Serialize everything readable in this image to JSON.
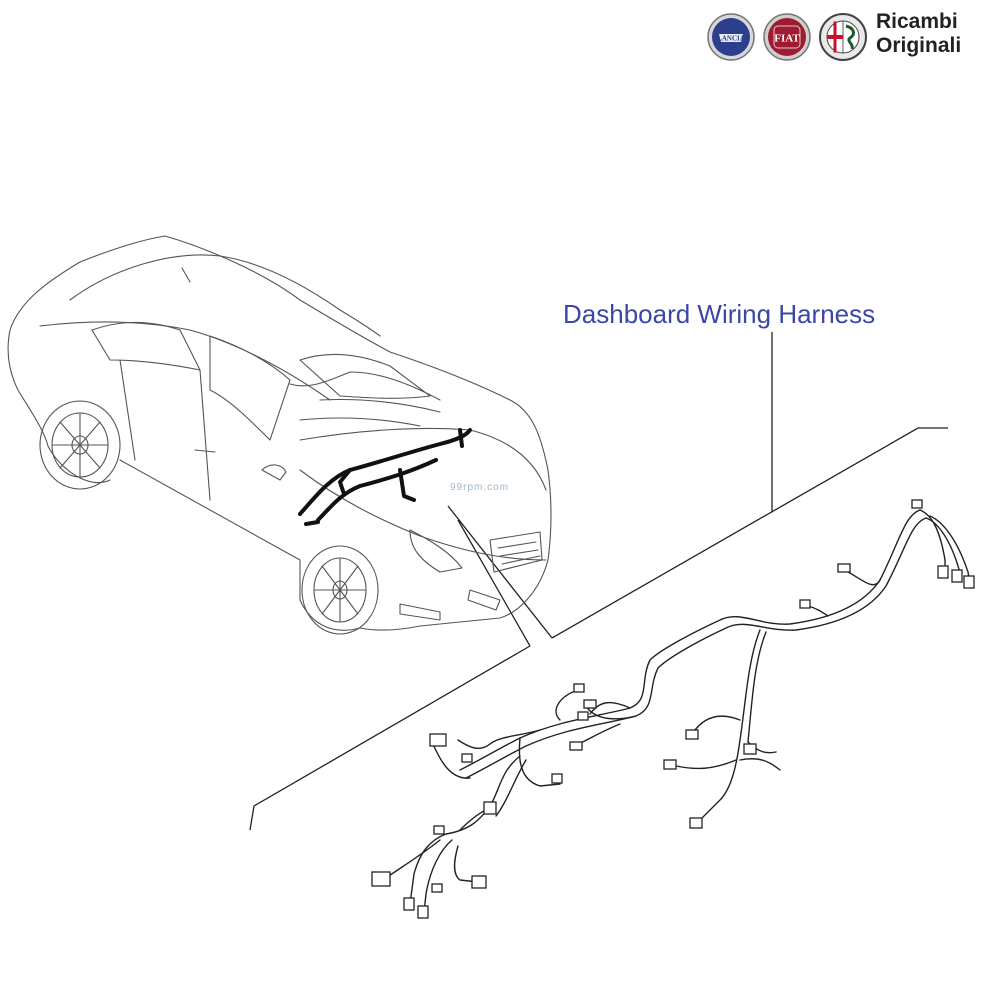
{
  "brand": {
    "line1": "Ricambi",
    "line2": "Originali",
    "badges": [
      {
        "name": "lancia",
        "text": "LANCIA",
        "color": "#2c3f8c"
      },
      {
        "name": "fiat",
        "text": "FIAT",
        "color": "#9e1b32"
      },
      {
        "name": "alfa-romeo",
        "text": "",
        "color": "#1d5b2c"
      }
    ]
  },
  "callout": {
    "label": "Dashboard Wiring Harness"
  },
  "watermark": {
    "text": "99rpm.com"
  }
}
